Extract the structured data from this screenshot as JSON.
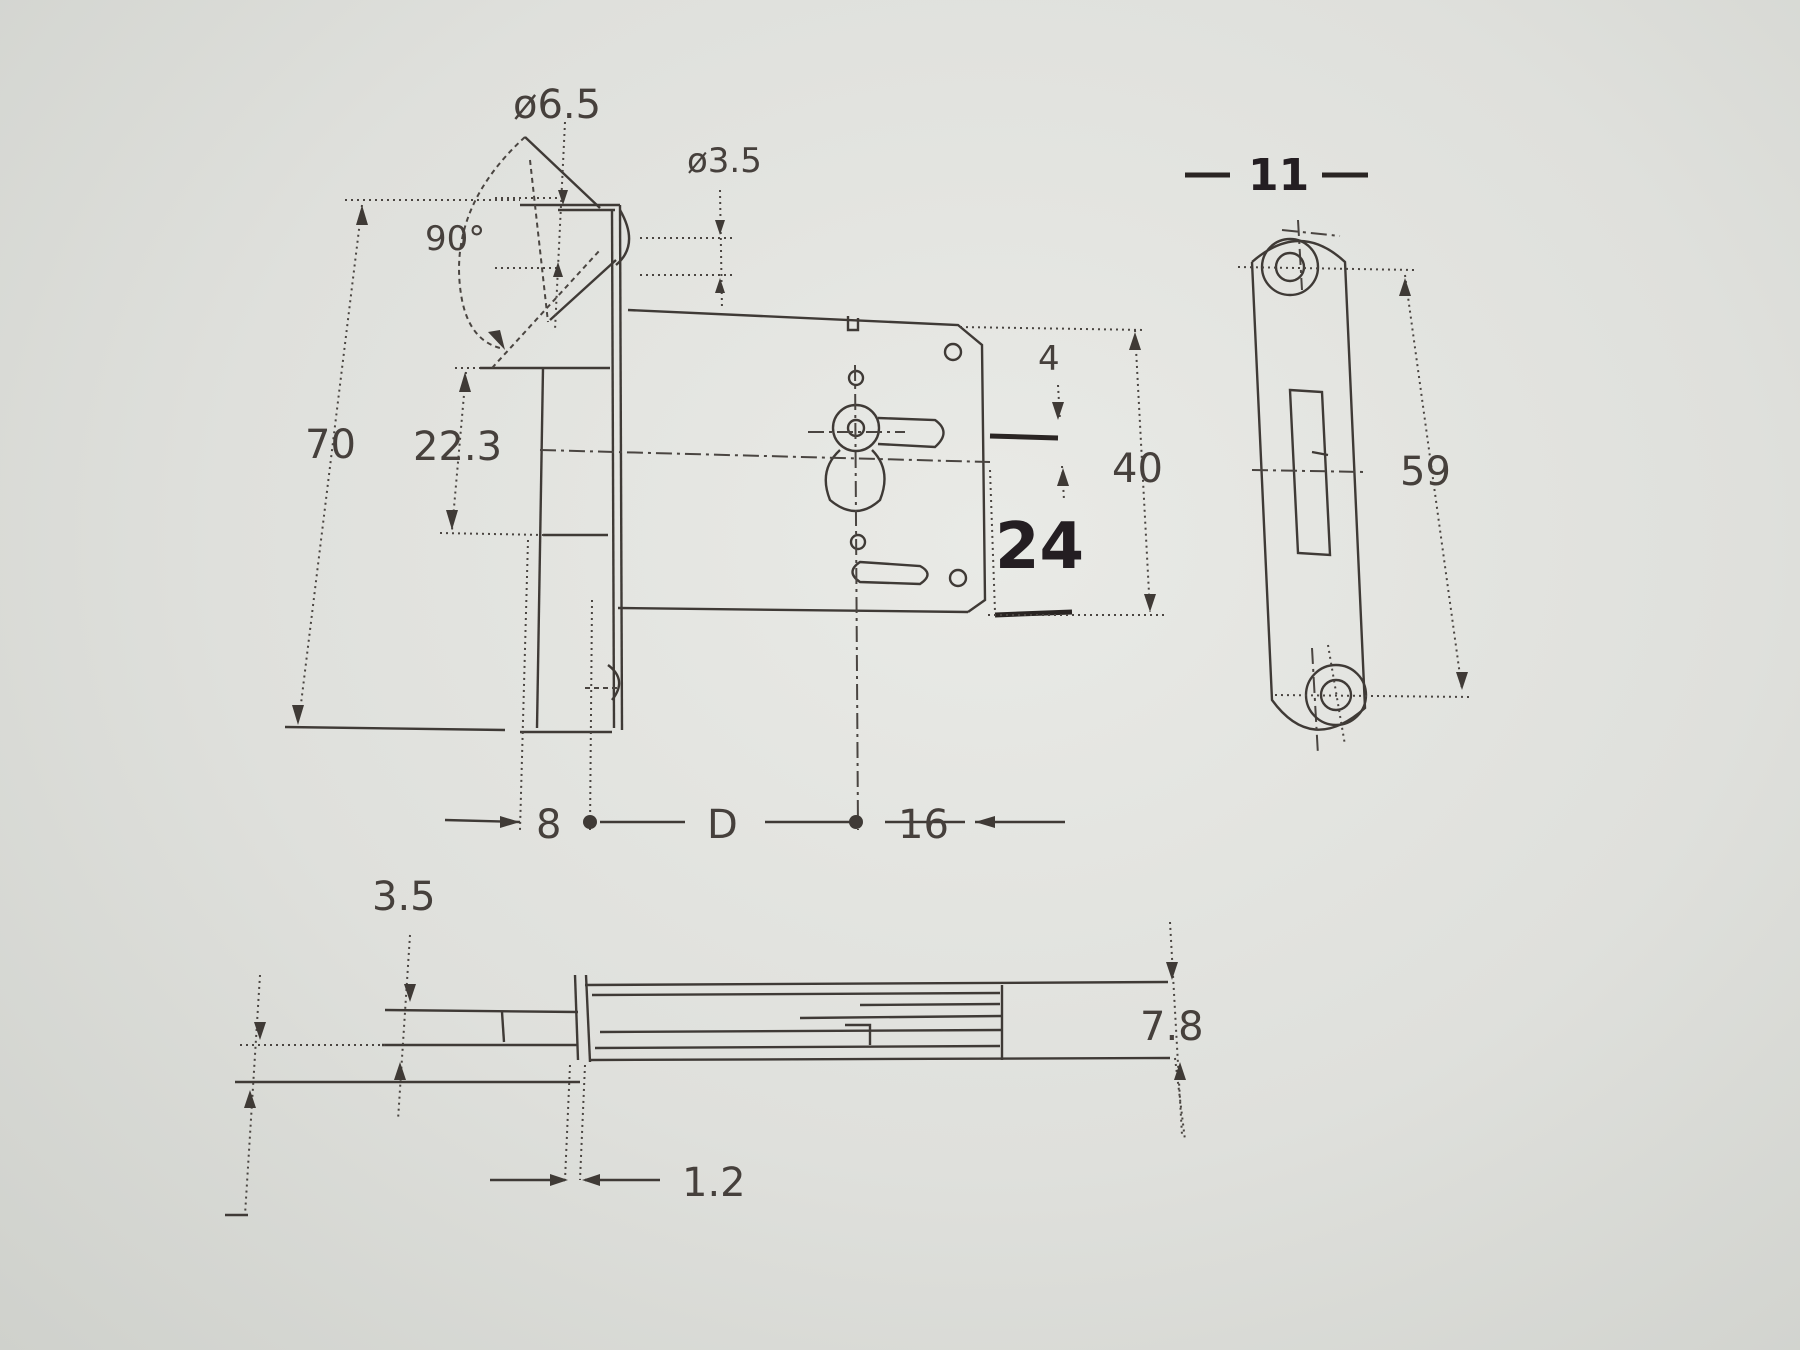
{
  "drawing": {
    "dims": {
      "dia_6_5": "ø6.5",
      "dia_3_5": "ø3.5",
      "angle_90": "90°",
      "height_70": "70",
      "offset_22_3": "22.3",
      "gap_4": "4",
      "height_40": "40",
      "handwritten_24": "24",
      "handwritten_11": "11",
      "strike_59": "59",
      "backset_8": "8",
      "backset_D": "D",
      "backset_16": "16",
      "thk_3_5": "3.5",
      "thk_7_8": "7.8",
      "thk_1_2": "1.2"
    }
  }
}
